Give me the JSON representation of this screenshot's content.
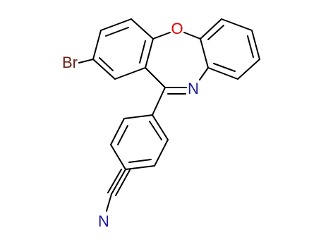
{
  "molecule": {
    "atoms": [
      {
        "id": "br",
        "label": "Br",
        "color": "#6b1f16"
      },
      {
        "id": "o",
        "label": "O",
        "color": "#e00000"
      },
      {
        "id": "n_imine",
        "label": "N",
        "color": "#1a1a9a"
      },
      {
        "id": "n_nitrile",
        "label": "N",
        "color": "#1a1a9a"
      }
    ]
  }
}
